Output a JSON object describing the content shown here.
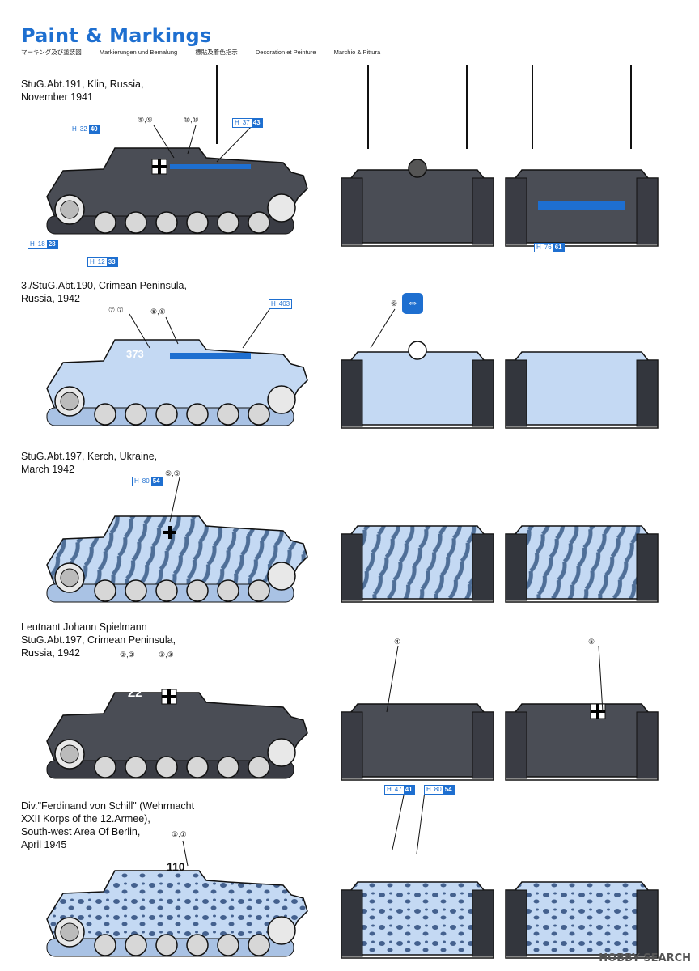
{
  "header": {
    "title": "Paint & Markings",
    "subtitles": [
      "マーキング及び塗装図",
      "Markierungen und Bemalung",
      "標貼及着色指示",
      "Decoration et Peinture",
      "Marchio & Pittura"
    ]
  },
  "schemes": [
    {
      "caption": [
        "StuG.Abt.191, Klin, Russia,",
        "November 1941"
      ]
    },
    {
      "caption": [
        "3./StuG.Abt.190, Crimean Peninsula,",
        "Russia, 1942"
      ]
    },
    {
      "caption": [
        "StuG.Abt.197, Kerch, Ukraine,",
        "March 1942"
      ]
    },
    {
      "caption": [
        "Leutnant Johann Spielmann",
        "StuG.Abt.197, Crimean Peninsula,",
        "Russia, 1942"
      ]
    },
    {
      "caption": [
        "Div.\"Ferdinand von Schill\" (Wehrmacht",
        "XXII Korps of the 12.Armee),",
        "South-west Area Of Berlin,",
        "April 1945"
      ]
    }
  ],
  "callouts": {
    "c99": "⑨,⑨",
    "c1010": "⑩,⑩",
    "c77": "⑦,⑦",
    "c88": "⑧,⑧",
    "c6": "⑥",
    "c55": "⑤,⑤",
    "c22": "②,②",
    "c33": "③,③",
    "c4": "④",
    "c5": "⑤",
    "c11": "①,①"
  },
  "paint_codes": {
    "a": {
      "h": "H",
      "n": "32",
      "m": "40"
    },
    "b": {
      "h": "H",
      "n": "37",
      "m": "43"
    },
    "c": {
      "h": "H",
      "n": "18",
      "m": "28"
    },
    "d": {
      "h": "H",
      "n": "12",
      "m": "33"
    },
    "e": {
      "h": "H",
      "n": "76",
      "m": "61"
    },
    "f": {
      "h": "H",
      "n": "403"
    },
    "g": {
      "h": "H",
      "n": "80",
      "m": "54"
    },
    "h2": {
      "h": "H",
      "n": "47",
      "m": "41"
    },
    "i": {
      "h": "H",
      "n": "80",
      "m": "54"
    }
  },
  "vehicle_markings": {
    "t2": "373",
    "t4": "Z2",
    "t5": "110"
  },
  "watermark": "HOBBY SEARCH",
  "colors": {
    "accent": "#1e6fd0",
    "dark_grey": "#4a4d55",
    "winter_white": "#c4d9f3",
    "camo_blue": "#44618e"
  }
}
